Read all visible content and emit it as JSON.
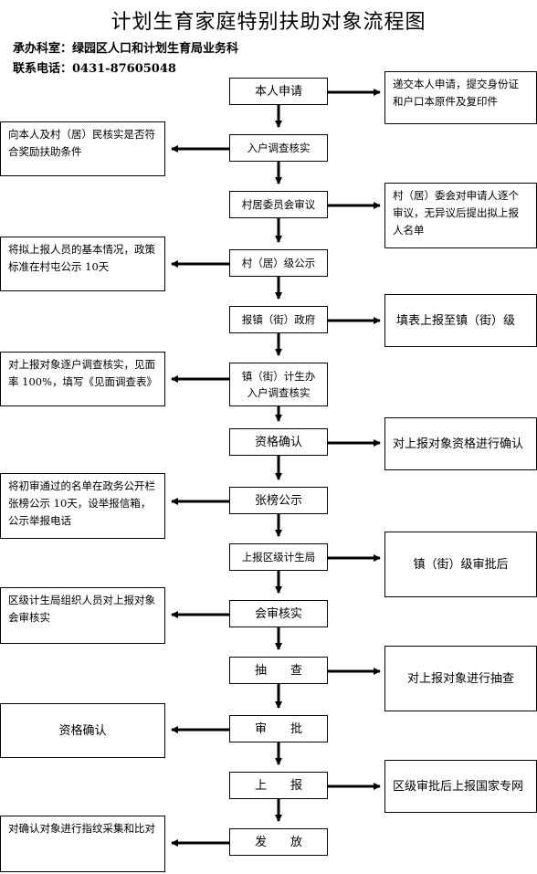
{
  "title": "计划生育家庭特别扶助对象流程图",
  "office": "承办科室：绿园区人口和计划生育局业务科",
  "phone": "联系电话：0431-87605048",
  "steps": [
    "本人申请",
    "入户调查核实",
    "村居委员会审议",
    "村（居）级公示",
    "报镇（街）政府",
    "镇（街）计生办\n入户调查核实",
    "资格确认",
    "张榜公示",
    "上报区级计生局",
    "会审核实",
    "抽　　查",
    "审　　批",
    "上　　报",
    "发　　放"
  ],
  "right_notes": [
    "递交本人申请，提交身份证和户口本原件及复印件",
    "村（居）委会对申请人逐个审议，无异议后提出拟上报人名单",
    "填表上报至镇（街）级",
    "对上报对象资格进行确认",
    "镇（街）级审批后",
    "对上报对象进行抽查",
    "区级审批后上报国家专网"
  ],
  "left_notes": [
    "向本人及村（居）民核实是否符合奖励扶助条件",
    "将拟上报人员的基本情况，政策标准在村屯公示 10天",
    "对上报对象逐户调查核实，见面率 100%，填写《见面调查表》",
    "将初审通过的名单在政务公开栏张榜公示 10天，设举报信箱，公示举报电话",
    "区级计生局组织人员对上报对象会审核实",
    "资格确认",
    "对确认对象进行指纹采集和比对"
  ]
}
